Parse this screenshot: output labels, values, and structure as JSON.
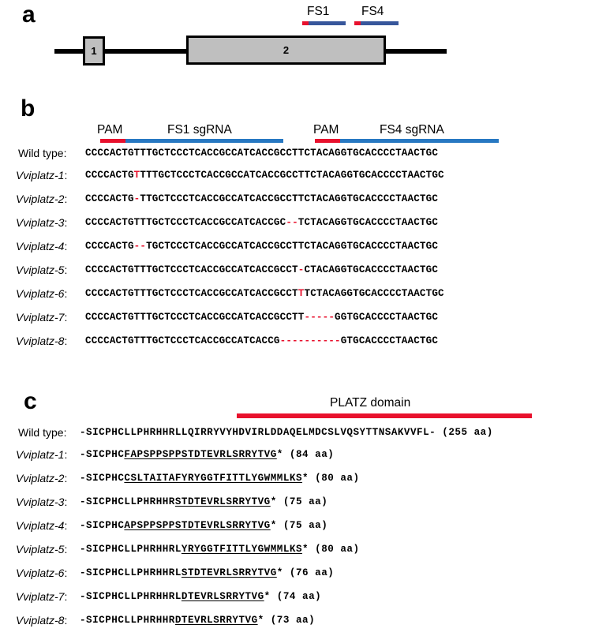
{
  "panel_a": {
    "letter": "a",
    "exon1_label": "1",
    "exon2_label": "2",
    "fs1_label": "FS1",
    "fs4_label": "FS4"
  },
  "panel_b": {
    "letter": "b",
    "pam1_label": "PAM",
    "sgrna1_label": "FS1 sgRNA",
    "pam2_label": "PAM",
    "sgrna2_label": "FS4 sgRNA",
    "rows": [
      {
        "label": "Wild type",
        "italic": false,
        "segments": [
          {
            "t": "CCCCACTGTTTGCTCCCTCACCGCCATCACCGCCTTCTACAGGTGCACCCCTAACTGC",
            "c": "k"
          }
        ]
      },
      {
        "label": "Vviplatz-1",
        "italic": true,
        "segments": [
          {
            "t": "CCCCACTG",
            "c": "k"
          },
          {
            "t": "T",
            "c": "r"
          },
          {
            "t": "TTTGCTCCCTCACCGCCATCACCGCCTTCTACAGGTGCACCCCTAACTGC",
            "c": "k"
          }
        ]
      },
      {
        "label": "Vviplatz-2",
        "italic": true,
        "segments": [
          {
            "t": "CCCCACTG",
            "c": "k"
          },
          {
            "t": "-",
            "c": "r"
          },
          {
            "t": "TTGCTCCCTCACCGCCATCACCGCCTTCTACAGGTGCACCCCTAACTGC",
            "c": "k"
          }
        ]
      },
      {
        "label": "Vviplatz-3",
        "italic": true,
        "segments": [
          {
            "t": "CCCCACTGTTTGCTCCCTCACCGCCATCACCGC",
            "c": "k"
          },
          {
            "t": "--",
            "c": "r"
          },
          {
            "t": "TCTACAGGTGCACCCCTAACTGC",
            "c": "k"
          }
        ]
      },
      {
        "label": "Vviplatz-4",
        "italic": true,
        "segments": [
          {
            "t": "CCCCACTG",
            "c": "k"
          },
          {
            "t": "--",
            "c": "r"
          },
          {
            "t": "TGCTCCCTCACCGCCATCACCGCCTTCTACAGGTGCACCCCTAACTGC",
            "c": "k"
          }
        ]
      },
      {
        "label": "Vviplatz-5",
        "italic": true,
        "segments": [
          {
            "t": "CCCCACTGTTTGCTCCCTCACCGCCATCACCGCCT",
            "c": "k"
          },
          {
            "t": "-",
            "c": "r"
          },
          {
            "t": "CTACAGGTGCACCCCTAACTGC",
            "c": "k"
          }
        ]
      },
      {
        "label": "Vviplatz-6",
        "italic": true,
        "segments": [
          {
            "t": "CCCCACTGTTTGCTCCCTCACCGCCATCACCGCCT",
            "c": "k"
          },
          {
            "t": "T",
            "c": "r"
          },
          {
            "t": "TCTACAGGTGCACCCCTAACTGC",
            "c": "k"
          }
        ]
      },
      {
        "label": "Vviplatz-7",
        "italic": true,
        "segments": [
          {
            "t": "CCCCACTGTTTGCTCCCTCACCGCCATCACCGCCTT",
            "c": "k"
          },
          {
            "t": "-----",
            "c": "r"
          },
          {
            "t": "GGTGCACCCCTAACTGC",
            "c": "k"
          }
        ]
      },
      {
        "label": "Vviplatz-8",
        "italic": true,
        "segments": [
          {
            "t": "CCCCACTGTTTGCTCCCTCACCGCCATCACCG",
            "c": "k"
          },
          {
            "t": "----------",
            "c": "r"
          },
          {
            "t": "GTGCACCCCTAACTGC",
            "c": "k"
          }
        ]
      }
    ]
  },
  "panel_c": {
    "letter": "c",
    "domain_label": "PLATZ domain",
    "rows": [
      {
        "label": "Wild type",
        "italic": false,
        "prefix": "-SICPHCLLPHRHHRLLQIRRYVYHDVIRLDDAQELMDCSLVQSYTTNSAKVVFL-",
        "underlined": "",
        "suffix": " (255 aa)"
      },
      {
        "label": "Vviplatz-1",
        "italic": true,
        "prefix": "-SICPHC",
        "underlined": "FAPSPPSPPSTDTEVRLSRRYTVG",
        "suffix": "* (84 aa)"
      },
      {
        "label": "Vviplatz-2",
        "italic": true,
        "prefix": "-SICPHC",
        "underlined": "CSLTAITAFYRYGGTFITTLYGWMMLKS",
        "suffix": "* (80 aa)"
      },
      {
        "label": "Vviplatz-3",
        "italic": true,
        "prefix": "-SICPHCLLPHRHHR",
        "underlined": "STDTEVRLSRRYTVG",
        "suffix": "* (75 aa)"
      },
      {
        "label": "Vviplatz-4",
        "italic": true,
        "prefix": "-SICPHC",
        "underlined": "APSPPSPPSTDTEVRLSRRYTVG",
        "suffix": "* (75 aa)"
      },
      {
        "label": "Vviplatz-5",
        "italic": true,
        "prefix": "-SICPHCLLPHRHHRL",
        "underlined": "YRYGGTFITTLYGWMMLKS",
        "suffix": "* (80 aa)"
      },
      {
        "label": "Vviplatz-6",
        "italic": true,
        "prefix": "-SICPHCLLPHRHHRL",
        "underlined": "STDTEVRLSRRYTVG",
        "suffix": "* (76 aa)"
      },
      {
        "label": "Vviplatz-7",
        "italic": true,
        "prefix": "-SICPHCLLPHRHHRL",
        "underlined": "DTEVRLSRRYTVG",
        "suffix": "* (74 aa)"
      },
      {
        "label": "Vviplatz-8",
        "italic": true,
        "prefix": "-SICPHCLLPHRHHR",
        "underlined": "DTEVRLSRRYTVG",
        "suffix": "* (73 aa)"
      }
    ]
  }
}
